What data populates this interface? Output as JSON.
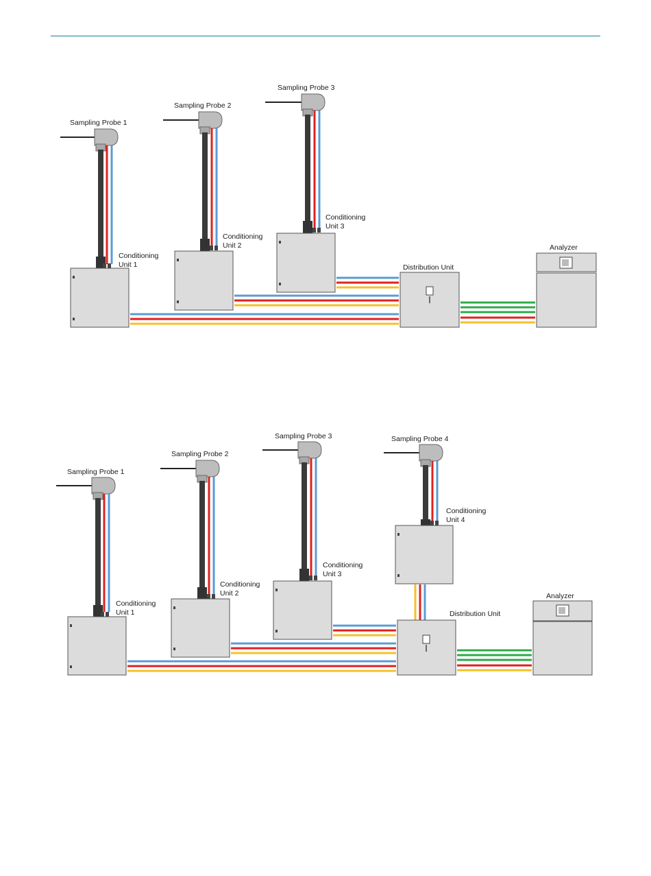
{
  "colors": {
    "rule": "#1a7f8a",
    "blue": "#5b9bd5",
    "red": "#e02020",
    "yellow": "#f5c02a",
    "green": "#2eaa4a",
    "box_fill": "#dcdcdc",
    "box_stroke": "#555555",
    "pipe": "#3a3a3a"
  },
  "diagram1": {
    "probes": [
      "Sampling Probe 1",
      "Sampling Probe 2",
      "Sampling Probe 3"
    ],
    "conditioning": [
      {
        "line1": "Conditioning",
        "line2": "Unit 1"
      },
      {
        "line1": "Conditioning",
        "line2": "Unit 2"
      },
      {
        "line1": "Conditioning",
        "line2": "Unit 3"
      }
    ],
    "distribution_label": "Distribution Unit",
    "analyzer_label": "Analyzer"
  },
  "diagram2": {
    "probes": [
      "Sampling Probe 1",
      "Sampling Probe 2",
      "Sampling Probe 3",
      "Sampling Probe 4"
    ],
    "conditioning": [
      {
        "line1": "Conditioning",
        "line2": "Unit 1"
      },
      {
        "line1": "Conditioning",
        "line2": "Unit 2"
      },
      {
        "line1": "Conditioning",
        "line2": "Unit 3"
      },
      {
        "line1": "Conditioning",
        "line2": "Unit 4"
      }
    ],
    "distribution_label": "Distribution Unit",
    "analyzer_label": "Analyzer"
  }
}
